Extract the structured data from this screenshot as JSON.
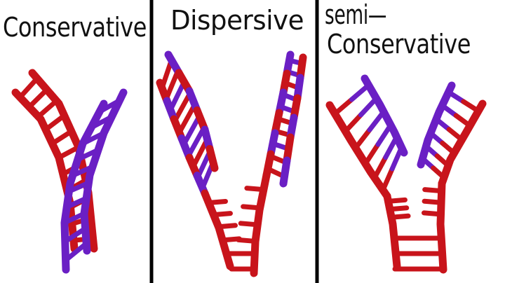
{
  "panels": [
    {
      "id": "conservative",
      "title_lines": [
        "Conservative"
      ]
    },
    {
      "id": "dispersive",
      "title_lines": [
        "Dispersive"
      ]
    },
    {
      "id": "semi",
      "title_lines": [
        "semi—",
        "Conservative"
      ]
    }
  ],
  "colors": {
    "parental_strand": "#c8141b",
    "new_strand": "#6a1fc4",
    "divider": "#000000",
    "background": "#ffffff"
  }
}
